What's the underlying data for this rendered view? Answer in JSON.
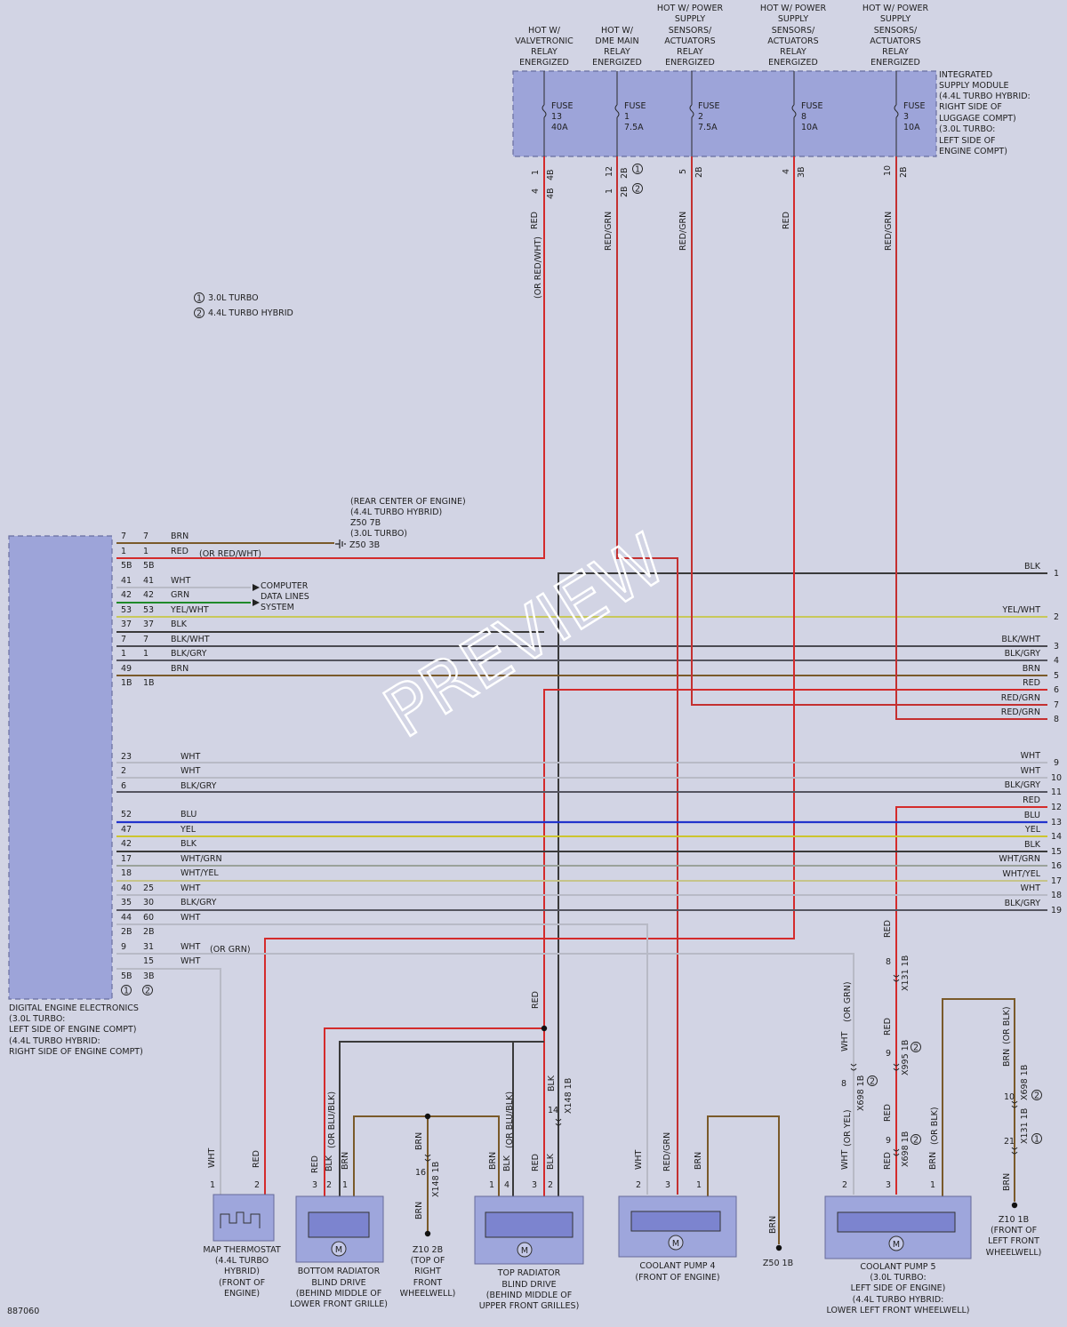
{
  "colors": {
    "BRN": "#7a5a2a",
    "RED": "#d42b2b",
    "WHT": "#b8bac6",
    "GRN": "#1f8a2a",
    "YEL/WHT": "#c8c85a",
    "BLK": "#3a3a3a",
    "BLK/WHT": "#4a4a52",
    "BLK/GRY": "#555560",
    "RED/GRN": "#c43030",
    "BLU": "#2233cc",
    "YEL": "#cdc52e",
    "WHT/GRN": "#9aa29a",
    "WHT/YEL": "#c6c48a",
    "box": "#9da4d9",
    "bg": "#d2d4e4"
  },
  "supply_headers": [
    {
      "lines": [
        "HOT W/",
        "VALVETRONIC",
        "RELAY",
        "ENERGIZED"
      ]
    },
    {
      "lines": [
        "HOT W/",
        "DME MAIN",
        "RELAY",
        "ENERGIZED"
      ]
    },
    {
      "lines": [
        "HOT W/ POWER",
        "SUPPLY",
        "SENSORS/",
        "ACTUATORS",
        "RELAY",
        "ENERGIZED"
      ]
    },
    {
      "lines": [
        "HOT W/ POWER",
        "SUPPLY",
        "SENSORS/",
        "ACTUATORS",
        "RELAY",
        "ENERGIZED"
      ]
    },
    {
      "lines": [
        "HOT W/ POWER",
        "SUPPLY",
        "SENSORS/",
        "ACTUATORS",
        "RELAY",
        "ENERGIZED"
      ]
    }
  ],
  "fuses": [
    {
      "label": "FUSE",
      "num": "13",
      "amp": "40A",
      "pinA": "1",
      "pinB": "4",
      "conn": "4B",
      "wire": "RED",
      "note": "(OR RED/WHT)"
    },
    {
      "label": "FUSE",
      "num": "1",
      "amp": "7.5A",
      "pinA": "12",
      "pinB": "1",
      "conn": "2B",
      "wire": "RED/GRN",
      "note": ""
    },
    {
      "label": "FUSE",
      "num": "2",
      "amp": "7.5A",
      "pinA": "5",
      "pinB": "",
      "conn": "2B",
      "wire": "RED/GRN",
      "note": ""
    },
    {
      "label": "FUSE",
      "num": "8",
      "amp": "10A",
      "pinA": "4",
      "pinB": "",
      "conn": "3B",
      "wire": "RED",
      "note": ""
    },
    {
      "label": "FUSE",
      "num": "3",
      "amp": "10A",
      "pinA": "10",
      "pinB": "",
      "conn": "2B",
      "wire": "RED/GRN",
      "note": ""
    }
  ],
  "ism_label": [
    "INTEGRATED",
    "SUPPLY MODULE",
    "(4.4L TURBO HYBRID:",
    "RIGHT SIDE OF",
    "LUGGAGE COMPT)",
    "(3.0L TURBO:",
    "LEFT SIDE OF",
    "ENGINE COMPT)"
  ],
  "legend": [
    {
      "marker": "1",
      "text": "3.0L TURBO"
    },
    {
      "marker": "2",
      "text": "4.4L TURBO HYBRID"
    }
  ],
  "ground_top": {
    "lines": [
      "(REAR CENTER OF ENGINE)",
      "(4.4L TURBO HYBRID)",
      "Z50 7B",
      "(3.0L TURBO)"
    ],
    "label": "Z50 3B"
  },
  "data_lines": [
    "COMPUTER",
    "DATA LINES",
    "SYSTEM"
  ],
  "dme_label": [
    "DIGITAL ENGINE ELECTRONICS",
    "(3.0L TURBO:",
    "LEFT SIDE OF ENGINE COMPT)",
    "(4.4L TURBO HYBRID:",
    "RIGHT SIDE OF ENGINE COMPT)"
  ],
  "dme_rows": [
    {
      "a": "7",
      "b": "7",
      "c": "BRN",
      "n": ""
    },
    {
      "a": "1",
      "b": "1",
      "c": "RED",
      "n": "(OR RED/WHT)"
    },
    {
      "a": "5B",
      "b": "5B",
      "c": "",
      "n": ""
    },
    {
      "a": "41",
      "b": "41",
      "c": "WHT",
      "n": ""
    },
    {
      "a": "42",
      "b": "42",
      "c": "GRN",
      "n": ""
    },
    {
      "a": "53",
      "b": "53",
      "c": "YEL/WHT",
      "n": ""
    },
    {
      "a": "37",
      "b": "37",
      "c": "BLK",
      "n": ""
    },
    {
      "a": "7",
      "b": "7",
      "c": "BLK/WHT",
      "n": ""
    },
    {
      "a": "1",
      "b": "1",
      "c": "BLK/GRY",
      "n": ""
    },
    {
      "a": "49",
      "b": "",
      "c": "BRN",
      "n": ""
    },
    {
      "a": "1B",
      "b": "1B",
      "c": "",
      "n": ""
    },
    {
      "a": "23",
      "b": "",
      "c": "WHT",
      "n": ""
    },
    {
      "a": "2",
      "b": "",
      "c": "WHT",
      "n": ""
    },
    {
      "a": "6",
      "b": "",
      "c": "BLK/GRY",
      "n": ""
    },
    {
      "a": "52",
      "b": "",
      "c": "BLU",
      "n": ""
    },
    {
      "a": "47",
      "b": "",
      "c": "YEL",
      "n": ""
    },
    {
      "a": "42",
      "b": "",
      "c": "BLK",
      "n": ""
    },
    {
      "a": "17",
      "b": "",
      "c": "WHT/GRN",
      "n": ""
    },
    {
      "a": "18",
      "b": "",
      "c": "WHT/YEL",
      "n": ""
    },
    {
      "a": "40",
      "b": "25",
      "c": "WHT",
      "n": ""
    },
    {
      "a": "35",
      "b": "30",
      "c": "BLK/GRY",
      "n": ""
    },
    {
      "a": "44",
      "b": "60",
      "c": "WHT",
      "n": ""
    },
    {
      "a": "2B",
      "b": "2B",
      "c": "",
      "n": ""
    },
    {
      "a": "9",
      "b": "31",
      "c": "WHT",
      "n": "(OR GRN)"
    },
    {
      "a": "",
      "b": "15",
      "c": "WHT",
      "n": ""
    },
    {
      "a": "5B",
      "b": "3B",
      "c": "",
      "n": ""
    }
  ],
  "right_terms": [
    {
      "num": "1",
      "color": "BLK"
    },
    {
      "num": "2",
      "color": "YEL/WHT"
    },
    {
      "num": "3",
      "color": "BLK/WHT"
    },
    {
      "num": "4",
      "color": "BLK/GRY"
    },
    {
      "num": "5",
      "color": "BRN"
    },
    {
      "num": "6",
      "color": "RED"
    },
    {
      "num": "7",
      "color": "RED/GRN"
    },
    {
      "num": "8",
      "color": "RED/GRN"
    },
    {
      "num": "9",
      "color": "WHT"
    },
    {
      "num": "10",
      "color": "WHT"
    },
    {
      "num": "11",
      "color": "BLK/GRY"
    },
    {
      "num": "12",
      "color": "RED"
    },
    {
      "num": "13",
      "color": "BLU"
    },
    {
      "num": "14",
      "color": "YEL"
    },
    {
      "num": "15",
      "color": "BLK"
    },
    {
      "num": "16",
      "color": "WHT/GRN"
    },
    {
      "num": "17",
      "color": "WHT/YEL"
    },
    {
      "num": "18",
      "color": "WHT"
    },
    {
      "num": "19",
      "color": "BLK/GRY"
    }
  ],
  "components": {
    "map_thermostat": [
      "MAP THERMOSTAT",
      "(4.4L TURBO",
      "HYBRID)",
      "(FRONT OF",
      "ENGINE)"
    ],
    "bottom_blind": [
      "BOTTOM RADIATOR",
      "BLIND DRIVE",
      "(BEHIND MIDDLE OF",
      "LOWER FRONT GRILLE)"
    ],
    "z10_2b": [
      "Z10 2B",
      "(TOP OF",
      "RIGHT",
      "FRONT",
      "WHEELWELL)"
    ],
    "top_blind": [
      "TOP RADIATOR",
      "BLIND DRIVE",
      "(BEHIND MIDDLE OF",
      "UPPER FRONT GRILLES)"
    ],
    "pump4": [
      "COOLANT PUMP 4",
      "(FRONT OF ENGINE)"
    ],
    "z50_1b": "Z50 1B",
    "pump5": [
      "COOLANT PUMP 5",
      "(3.0L TURBO:",
      "LEFT SIDE OF ENGINE)",
      "(4.4L TURBO HYBRID:",
      "LOWER LEFT FRONT WHEELWELL)"
    ],
    "z10_1b": [
      "Z10 1B",
      "(FRONT OF",
      "LEFT FRONT",
      "WHEELWELL)"
    ]
  },
  "bottom_wire_labels": {
    "mt": [
      "WHT",
      "RED"
    ],
    "bb": [
      "RED",
      "BLK",
      "(OR BLU/BLK)",
      "BRN"
    ],
    "tb": [
      "BRN",
      "BLK",
      "(OR BLU/BLK)",
      "RED",
      "BLK"
    ],
    "p4": [
      "WHT",
      "RED/GRN",
      "BRN"
    ],
    "p5": [
      "WHT",
      "(OR YEL)",
      "RED",
      "BRN",
      "(OR BLK)"
    ],
    "z10": [
      "BRN",
      "BRN",
      "(OR BLK)"
    ],
    "splice": [
      "RED",
      "BLK",
      "WHT",
      "(OR GRN)",
      "RED"
    ],
    "conn": [
      "X148 1B",
      "X148 1B",
      "X698 1B",
      "X131 1B",
      "X995 1B",
      "X698 1B",
      "X698 1B",
      "X131 1B"
    ]
  },
  "diagram_id": "887060",
  "watermark": "PREVIEW"
}
